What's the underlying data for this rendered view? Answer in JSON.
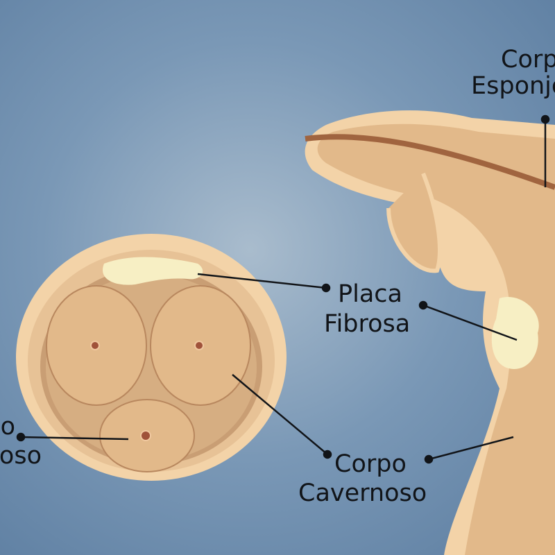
{
  "labels": {
    "spongiosum_right": {
      "line1": "Corpo",
      "line2": "Esponjoso"
    },
    "plaque": {
      "line1": "Placa",
      "line2": "Fibrosa"
    },
    "cavernosum": {
      "line1": "Corpo",
      "line2": "Cavernoso"
    },
    "spongiosum_left": {
      "line1": "Corpo",
      "line2": "Esponjoso"
    }
  },
  "colors": {
    "background": "#6f8fad",
    "tissue": "#e2b98a",
    "skin": "#f3d3a8",
    "plaque": "#f7efc4",
    "urethra": "#a0643f",
    "leader": "#111418"
  }
}
